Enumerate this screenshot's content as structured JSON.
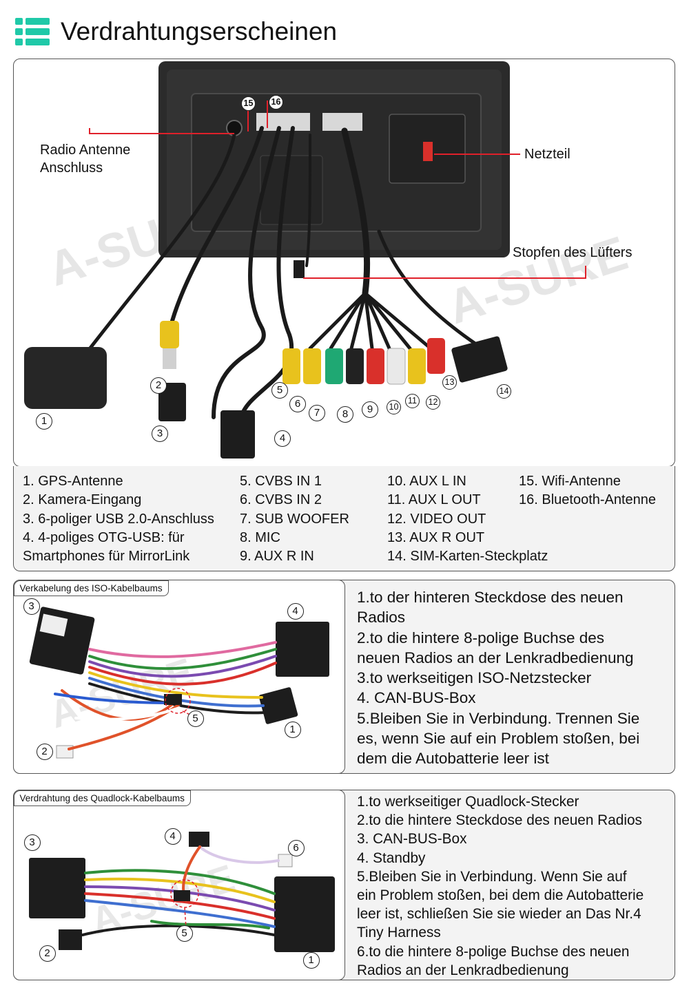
{
  "header": {
    "title": "Verdrahtungserscheinen"
  },
  "diagram1": {
    "callouts": {
      "radio_antenna": [
        "Radio Antenne",
        "Anschluss"
      ],
      "power": "Netzteil",
      "fan_plug": "Stopfen des Lüfters"
    },
    "numbers": [
      "1",
      "2",
      "3",
      "4",
      "5",
      "6",
      "7",
      "8",
      "9",
      "10",
      "11",
      "12",
      "13",
      "14",
      "15",
      "16"
    ],
    "watermark": "A-SURE"
  },
  "legend": {
    "col1": [
      "1. GPS-Antenne",
      "2. Kamera-Eingang",
      "3. 6-poliger USB 2.0-Anschluss",
      "4. 4-poliges OTG-USB: für",
      "Smartphones für MirrorLink"
    ],
    "col2": [
      "5. CVBS IN 1",
      "6. CVBS IN 2",
      "7. SUB WOOFER",
      "8. MIC",
      "9. AUX R IN"
    ],
    "col3": [
      "10. AUX L IN",
      "11. AUX L OUT",
      "12. VIDEO OUT",
      "13. AUX R OUT",
      "14. SIM-Karten-Steckplatz"
    ],
    "col4": [
      "15. Wifi-Antenne",
      "16. Bluetooth-Antenne"
    ]
  },
  "iso_section": {
    "tab_label": "Verkabelung des ISO-Kabelbaums",
    "numbers": [
      "1",
      "2",
      "3",
      "4",
      "5"
    ],
    "lines": [
      "1.to der hinteren Steckdose des neuen",
      "Radios",
      "2.to die hintere 8-polige Buchse des",
      "neuen Radios an der Lenkradbedienung",
      "3.to werkseitigen ISO-Netzstecker",
      "4. CAN-BUS-Box",
      "5.Bleiben Sie in Verbindung. Trennen Sie",
      "es, wenn Sie auf ein Problem stoßen, bei",
      "dem die Autobatterie leer ist"
    ]
  },
  "quadlock_section": {
    "tab_label": "Verdrahtung des Quadlock-Kabelbaums",
    "numbers": [
      "1",
      "2",
      "3",
      "4",
      "5",
      "6"
    ],
    "lines": [
      "1.to werkseitiger Quadlock-Stecker",
      "2.to die hintere Steckdose des neuen Radios",
      "3. CAN-BUS-Box",
      "4. Standby",
      "5.Bleiben Sie in Verbindung. Wenn Sie auf",
      "ein Problem stoßen, bei dem die Autobatterie",
      "leer ist, schließen Sie sie wieder an Das Nr.4",
      "Tiny Harness",
      "6.to die hintere 8-polige Buchse des neuen",
      "Radios an der Lenkradbedienung"
    ]
  },
  "colors": {
    "accent_teal": "#1fc9a8",
    "callout_red": "#e0202a",
    "panel_bg": "#f3f3f3"
  }
}
